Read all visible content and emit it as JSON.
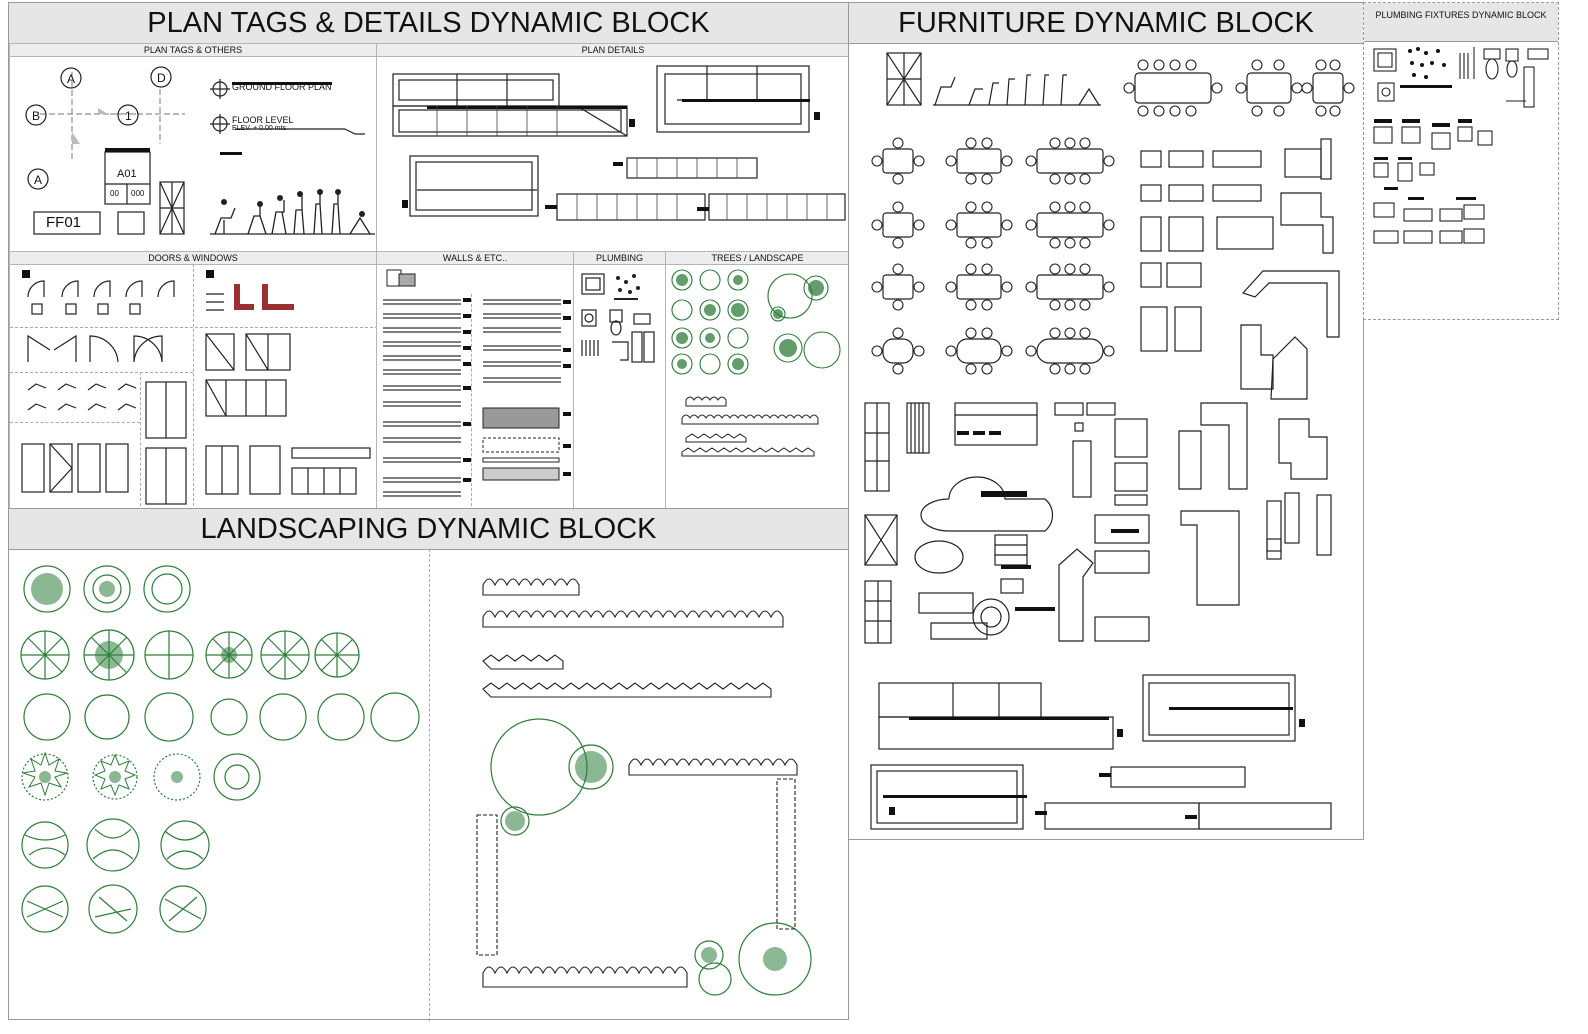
{
  "panels": {
    "plan_tags": {
      "title": "PLAN TAGS & DETAILS DYNAMIC BLOCK"
    },
    "furniture": {
      "title": "FURNITURE DYNAMIC BLOCK"
    },
    "plumbing_fixtures": {
      "title": "PLUMBING FIXTURES DYNAMIC BLOCK"
    },
    "landscaping": {
      "title": "LANDSCAPING DYNAMIC BLOCK"
    }
  },
  "sections": {
    "plan_tags_others": "PLAN TAGS & OTHERS",
    "plan_details": "PLAN DETAILS",
    "doors_windows": "DOORS & WINDOWS",
    "walls": "WALLS & ETC..",
    "plumbing": "PLUMBING",
    "trees": "TREES / LANDSCAPE"
  },
  "tags": {
    "grid_a": "A",
    "grid_b": "B",
    "grid_d": "D",
    "grid_1": "1",
    "grid_a2": "A",
    "ground_floor": "GROUND FLOOR PLAN",
    "floor_level": "FLOOR LEVEL",
    "elev": "ELEV. + 0.00 mts",
    "sheet_id": "A01",
    "sheet_no_left": "00",
    "sheet_no_right": "000",
    "finish_tag": "FF01"
  },
  "colors": {
    "tree_green": "#2e7d3a",
    "door_red": "#9b3030",
    "title_bg": "#e6e6e6"
  }
}
